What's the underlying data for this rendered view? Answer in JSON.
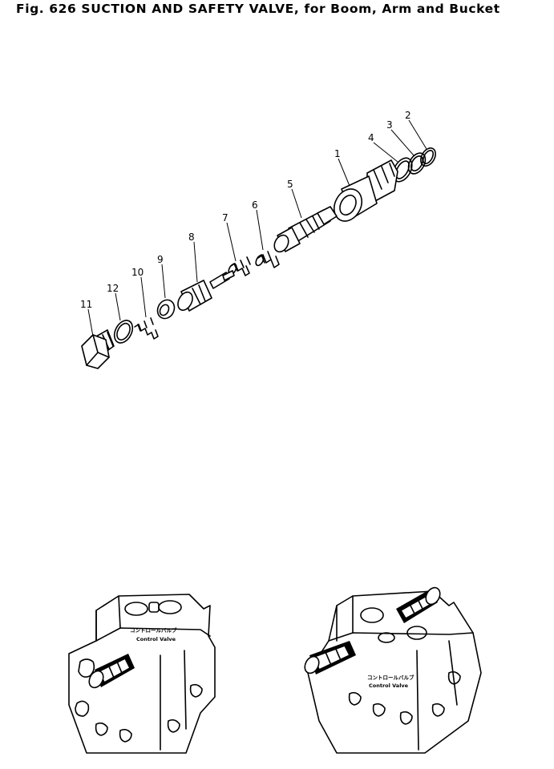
{
  "figure": {
    "title": "Fig. 626   SUCTION AND SAFETY VALVE, for Boom, Arm and Bucket"
  },
  "parts": [
    {
      "label": "1"
    },
    {
      "label": "2"
    },
    {
      "label": "3"
    },
    {
      "label": "4"
    },
    {
      "label": "5"
    },
    {
      "label": "6"
    },
    {
      "label": "7"
    },
    {
      "label": "8"
    },
    {
      "label": "9"
    },
    {
      "label": "10"
    },
    {
      "label": "11"
    },
    {
      "label": "12"
    }
  ],
  "views": [
    {
      "caption_jp": "コントロールバルブ",
      "caption_en": "Control Valve"
    },
    {
      "caption_jp": "コントロールバルブ",
      "caption_en": "Control Valve"
    }
  ]
}
